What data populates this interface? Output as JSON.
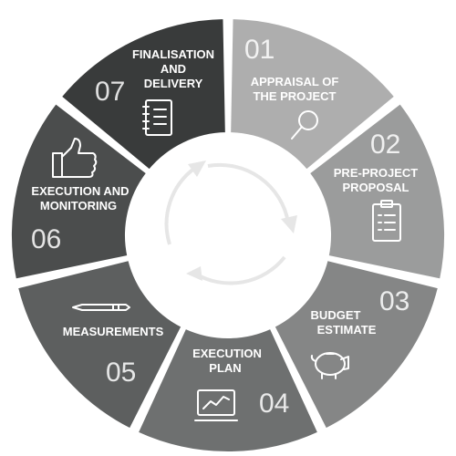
{
  "segments": [
    {
      "number": "01",
      "title_lines": [
        "APPRAISAL OF",
        "THE PROJECT"
      ],
      "icon": "magnifier-icon",
      "color": "#aeaeae"
    },
    {
      "number": "02",
      "title_lines": [
        "PRE-PROJECT",
        "PROPOSAL"
      ],
      "icon": "clipboard-checklist-icon",
      "color": "#9b9c9c"
    },
    {
      "number": "03",
      "title_lines": [
        "BUDGET",
        "ESTIMATE"
      ],
      "icon": "piggy-bank-icon",
      "color": "#858686"
    },
    {
      "number": "04",
      "title_lines": [
        "EXECUTION",
        "PLAN"
      ],
      "icon": "laptop-chart-icon",
      "color": "#6e7070"
    },
    {
      "number": "05",
      "title_lines": [
        "MEASUREMENTS"
      ],
      "icon": "pen-icon",
      "color": "#5d5f5f"
    },
    {
      "number": "06",
      "title_lines": [
        "EXECUTION AND",
        "MONITORING"
      ],
      "icon": "thumbs-up-icon",
      "color": "#4b4d4d"
    },
    {
      "number": "07",
      "title_lines": [
        "FINALISATION",
        "AND",
        "DELIVERY"
      ],
      "icon": "notebook-icon",
      "color": "#393b3b"
    }
  ],
  "center": {
    "icon": "cycle-arrows-icon",
    "color": "#e6e6e6"
  }
}
